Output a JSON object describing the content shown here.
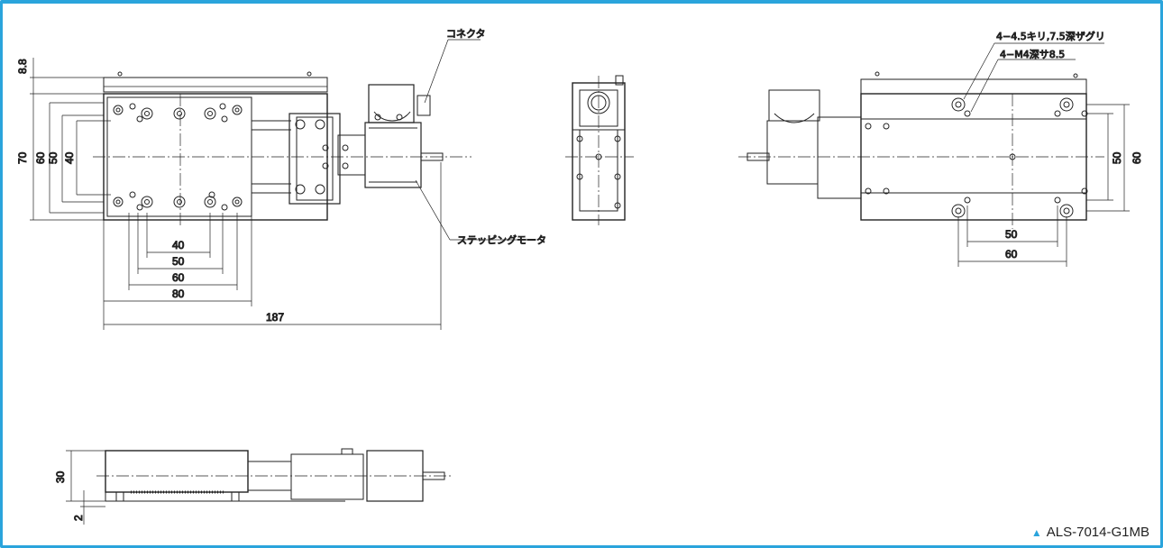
{
  "model": "ALS-7014-G1MB",
  "caption_marker": "▲",
  "labels": {
    "connector": "コネクタ",
    "motor": "ステッピングモータ",
    "counterbore": "4−4.5キリ,7.5深ザグリ",
    "tapped": "4−M4深サ8.5"
  },
  "dims": {
    "top_left_gap": "8.8",
    "v70": "70",
    "v60": "60",
    "v50": "50",
    "v40": "40",
    "h40": "40",
    "h50": "50",
    "h60": "60",
    "h80": "80",
    "h187": "187",
    "side_v50": "50",
    "side_v60": "60",
    "side_h50": "50",
    "side_h60": "60",
    "height30": "30",
    "gap2": "2"
  },
  "colors": {
    "accent": "#2aa4dc",
    "line": "#222222"
  }
}
